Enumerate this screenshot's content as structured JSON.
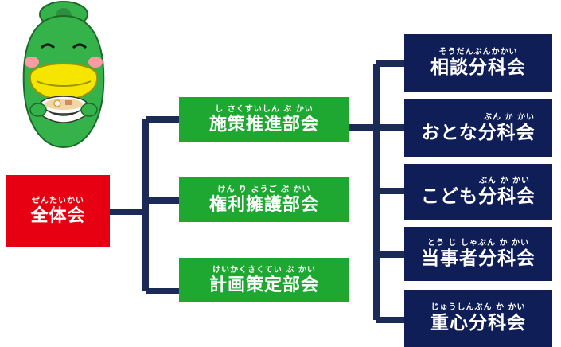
{
  "colors": {
    "red": "#e60012",
    "green": "#1ea832",
    "navy": "#0f1e57",
    "connector": "#1b2a57",
    "mascot_green": "#36b24a",
    "mascot_yellow": "#f5e500"
  },
  "mascot": {
    "icon": "kappa-mascot-holding-ramen"
  },
  "plenary": {
    "ruby": "ぜんたいかい",
    "label": "全体会"
  },
  "committees": [
    {
      "ruby": "し さくすいしん ぶ かい",
      "label": "施策推進部会"
    },
    {
      "ruby": "けん り ようご ぶ かい",
      "label": "権利擁護部会"
    },
    {
      "ruby": "けいかくさくてい ぶ かい",
      "label": "計画策定部会"
    }
  ],
  "subcommittees": [
    {
      "ruby": "そうだんぶんかかい",
      "label": "相談分科会"
    },
    {
      "ruby": "ぶん か かい",
      "label": "おとな分科会"
    },
    {
      "ruby": "ぶん か かい",
      "label": "こども分科会"
    },
    {
      "ruby": "とう じ しゃぶん か かい",
      "label": "当事者分科会"
    },
    {
      "ruby": "じゅうしんぶん か かい",
      "label": "重心分科会"
    }
  ]
}
